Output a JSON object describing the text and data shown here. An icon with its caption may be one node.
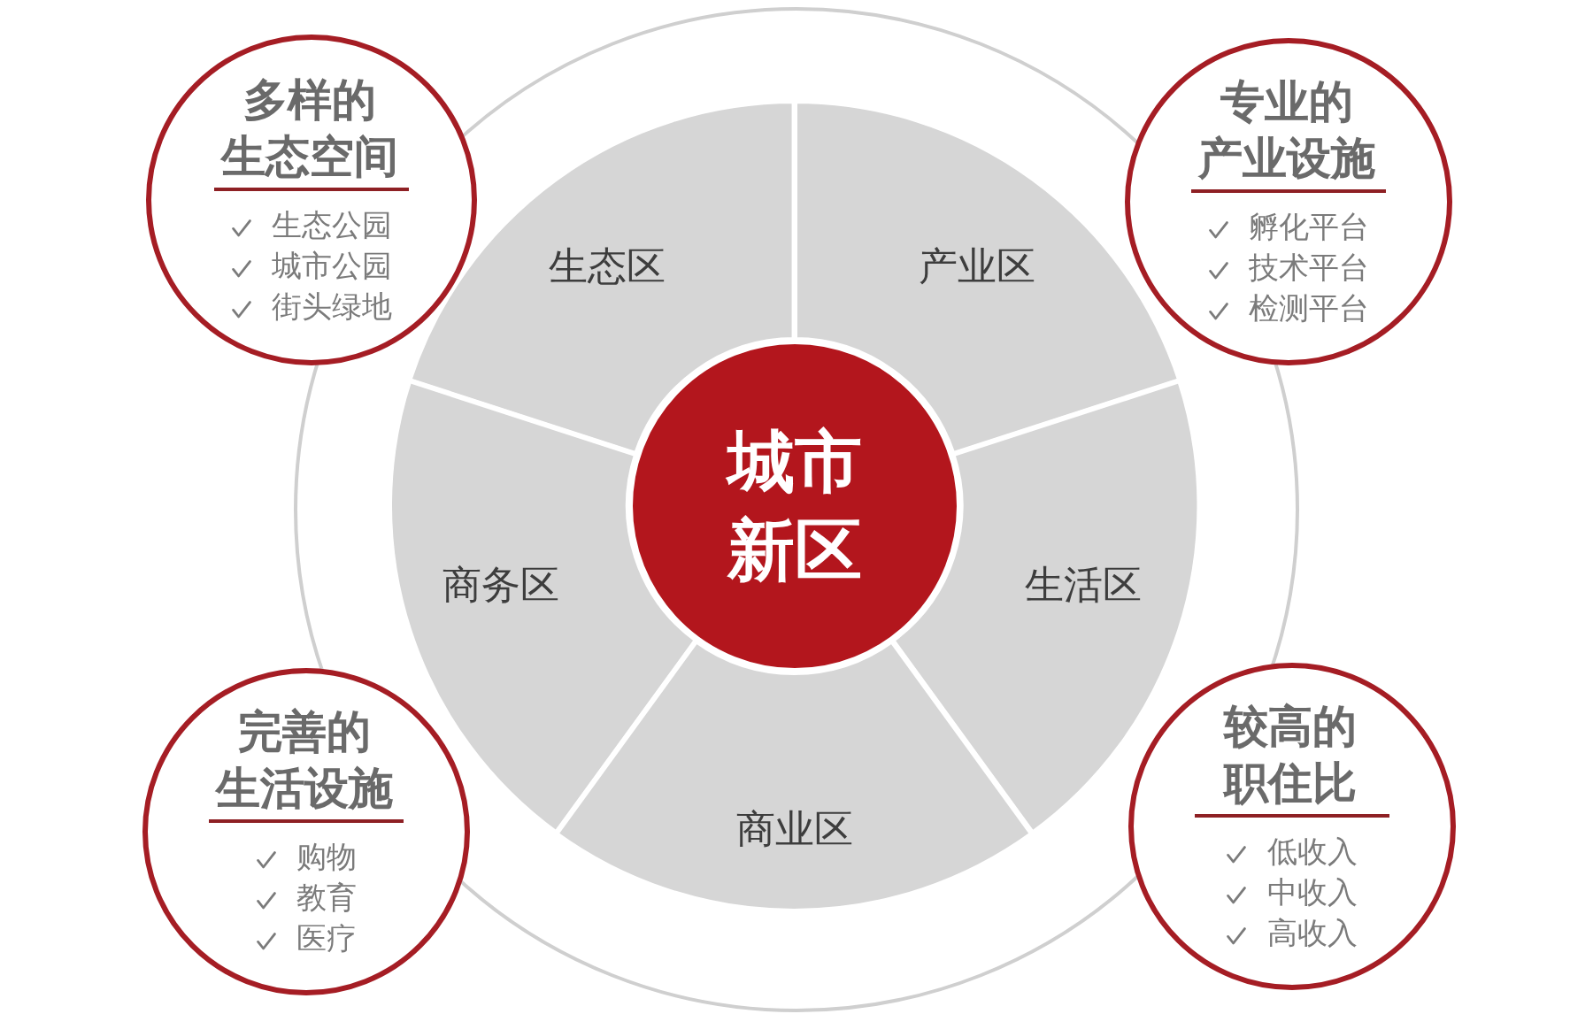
{
  "diagram": {
    "nodes": [
      {
        "text": [
          "多样的生态空间",
          "生态公园",
          "城市公园",
          "街头绿地"
        ]
      },
      {
        "text": [
          "生态区"
        ]
      },
      {
        "text": [
          "产业区"
        ]
      },
      {
        "text": [
          "专业的产业设施",
          "孵化平台",
          "技术平台",
          "检测平台"
        ]
      },
      {
        "text": [
          "城市新区"
        ]
      },
      {
        "text": [
          "商务区"
        ]
      },
      {
        "text": [
          "生活区"
        ]
      },
      {
        "text": [
          "完善的生活设施",
          "购物",
          "教育",
          "医疗"
        ]
      },
      {
        "text": [
          "商业区"
        ]
      },
      {
        "text": [
          "较高的职住比",
          "低收入",
          "中收入",
          "高收入"
        ]
      }
    ]
  }
}
